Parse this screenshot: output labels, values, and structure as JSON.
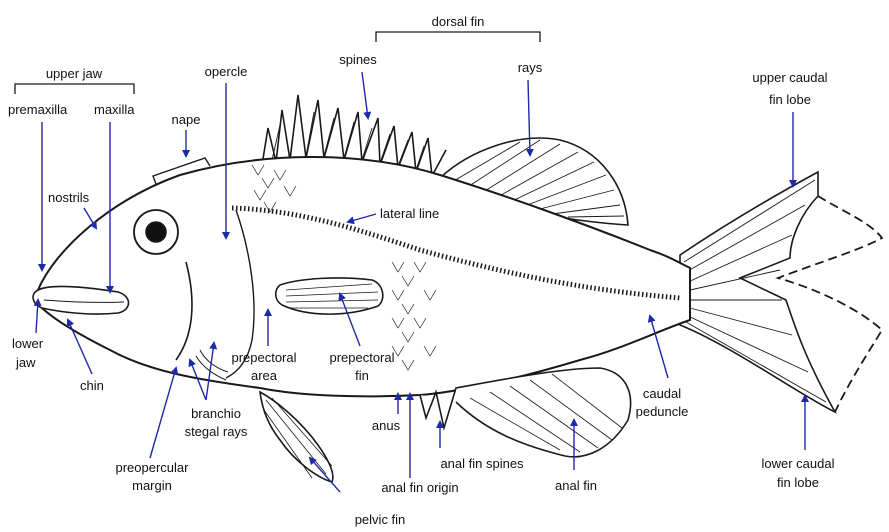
{
  "colors": {
    "outline": "#1a1a1a",
    "arrow": "#1f2aa6",
    "label": "#111111",
    "background": "#ffffff"
  },
  "labels": {
    "dorsal_fin": "dorsal fin",
    "spines": "spines",
    "rays": "rays",
    "upper_jaw": "upper jaw",
    "premaxilla": "premaxilla",
    "maxilla": "maxilla",
    "opercle": "opercle",
    "nape": "nape",
    "nostrils": "nostrils",
    "lateral_line": "lateral line",
    "upper_caudal_line1": "upper caudal",
    "upper_caudal_line2": "fin lobe",
    "lower_jaw_line1": "lower",
    "lower_jaw_line2": "jaw",
    "chin": "chin",
    "prepectoral_area_line1": "prepectoral",
    "prepectoral_area_line2": "area",
    "prepectoral_fin_line1": "prepectoral",
    "prepectoral_fin_line2": "fin",
    "branchio_line1": "branchio",
    "branchio_line2": "stegal rays",
    "preopercular_line1": "preopercular",
    "preopercular_line2": "margin",
    "anus": "anus",
    "anal_fin_spines": "anal fin spines",
    "anal_fin_origin": "anal fin origin",
    "anal_fin": "anal fin",
    "caudal_line1": "caudal",
    "caudal_line2": "peduncle",
    "lower_caudal_line1": "lower caudal",
    "lower_caudal_line2": "fin lobe",
    "pelvic_fin": "pelvic fin"
  }
}
